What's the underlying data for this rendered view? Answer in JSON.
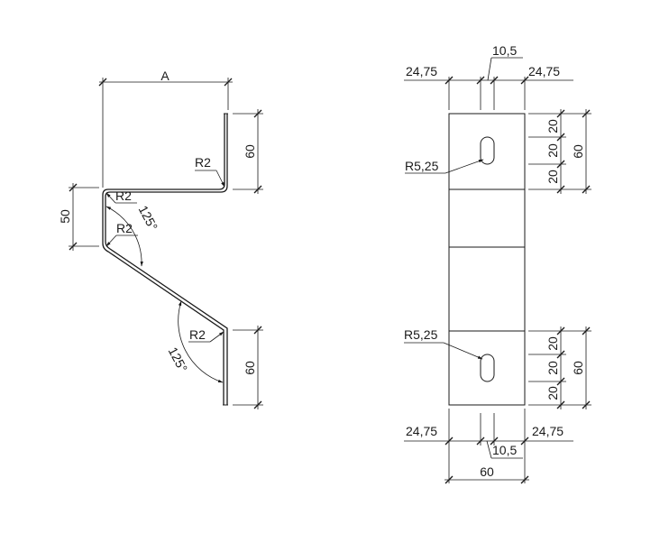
{
  "side_view": {
    "width_label": "A",
    "top_height": "60",
    "step_height": "50",
    "bottom_height": "60",
    "radius_top": "R2",
    "radius_mid_a": "R2",
    "radius_mid_b": "R2",
    "radius_bottom": "R2",
    "angle_upper": "125°",
    "angle_lower": "125°"
  },
  "front_view": {
    "top_left_offset": "24,75",
    "top_slot_width": "10,5",
    "top_right_offset": "24,75",
    "top_slot_radius": "R5,25",
    "top_seg_1": "20",
    "top_seg_2": "20",
    "top_seg_3": "20",
    "top_total": "60",
    "bottom_slot_radius": "R5,25",
    "bottom_seg_1": "20",
    "bottom_seg_2": "20",
    "bottom_seg_3": "20",
    "bottom_total": "60",
    "bottom_left_offset": "24,75",
    "bottom_slot_width": "10,5",
    "bottom_right_offset": "24,75",
    "overall_width": "60"
  }
}
